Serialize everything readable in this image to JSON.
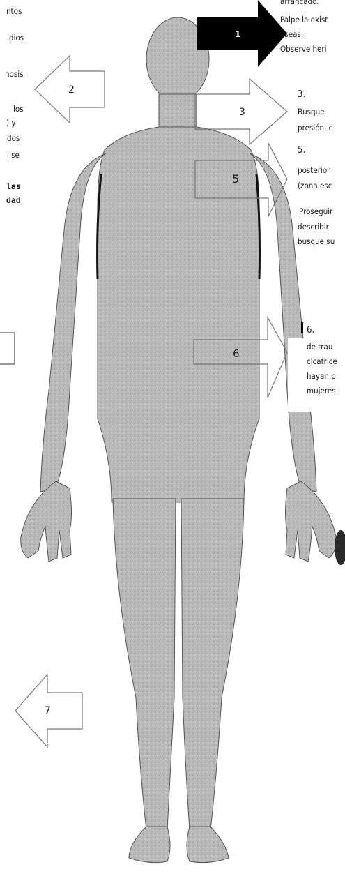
{
  "left_fragments": {
    "f1": "ntos",
    "f2": "dios",
    "f3": "nosis",
    "f4": "los",
    "f5": ") y",
    "f6": "dos",
    "f7": "l se",
    "f8": "las",
    "f9": "dad"
  },
  "right_block_1": {
    "line1": "arrancado.",
    "line2": "Palpe la exist",
    "line3": "óseas.",
    "line4": "Observe heri"
  },
  "right_block_3": {
    "num": "3.",
    "line1": "Busque",
    "line2": "presión, c"
  },
  "right_block_5": {
    "num": "5.",
    "line1": "posterior",
    "line2": "(zona esc",
    "line3": "Proseguir",
    "line4": "describir",
    "line5": "busque su"
  },
  "right_block_6": {
    "num": "6.",
    "line1": "de trau",
    "line2": "cicatrice",
    "line3": "hayan p",
    "line4": "mujeres"
  },
  "arrows": {
    "a1": "1",
    "a2": "2",
    "a3": "3",
    "a5": "5",
    "a6": "6",
    "a7": "7"
  }
}
